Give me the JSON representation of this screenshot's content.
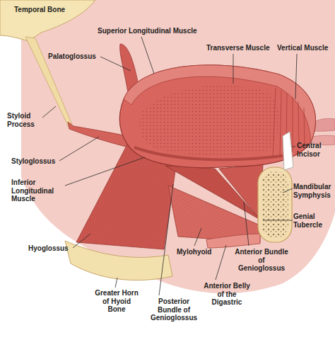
{
  "diagram": {
    "labels": [
      "Temporal Bone",
      "Superior Longitudinal Muscle",
      "Transverse Muscle",
      "Vertical Muscle",
      "Palatoglossus",
      "Styloid Process",
      "Styloglossus",
      "Inferior Longitudinal Muscle",
      "Central Incisor",
      "Mandibular Symphysis",
      "Genial Tubercle",
      "Hyoglossus",
      "Mylohyoid",
      "Anterior Bundle of Genioglossus",
      "Anterior Belly of the Digastric",
      "Greater Horn of Hyoid Bone",
      "Posterior Bundle of Genioglossus"
    ]
  }
}
